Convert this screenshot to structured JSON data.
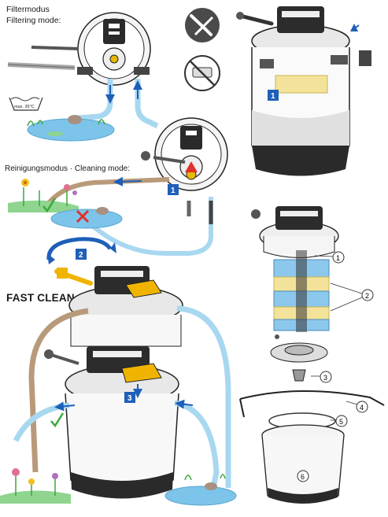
{
  "labels": {
    "filter_mode_de": "Filtermodus",
    "filter_mode_en": "Filtering mode:",
    "cleaning_mode": "Reinigungsmodus · Cleaning mode:",
    "fast_clean": "FAST CLEAN",
    "wash_temp": "max. 35°C"
  },
  "steps": {
    "step1": "1",
    "step2": "2",
    "step3": "3"
  },
  "parts": {
    "p1": "1",
    "p2": "2",
    "p3": "3",
    "p4": "4",
    "p5": "5",
    "p6": "6"
  },
  "colors": {
    "water": "#a8d8f0",
    "pond": "#7cc4ea",
    "accent_blue": "#1f5fb8",
    "warning_red": "#e0302c",
    "dirty_hose": "#b89a7a",
    "sponge_blue": "#8cc8ec",
    "sponge_yellow": "#f3e39a",
    "handle_yellow": "#f0b400",
    "check_green": "#3aa83a"
  }
}
